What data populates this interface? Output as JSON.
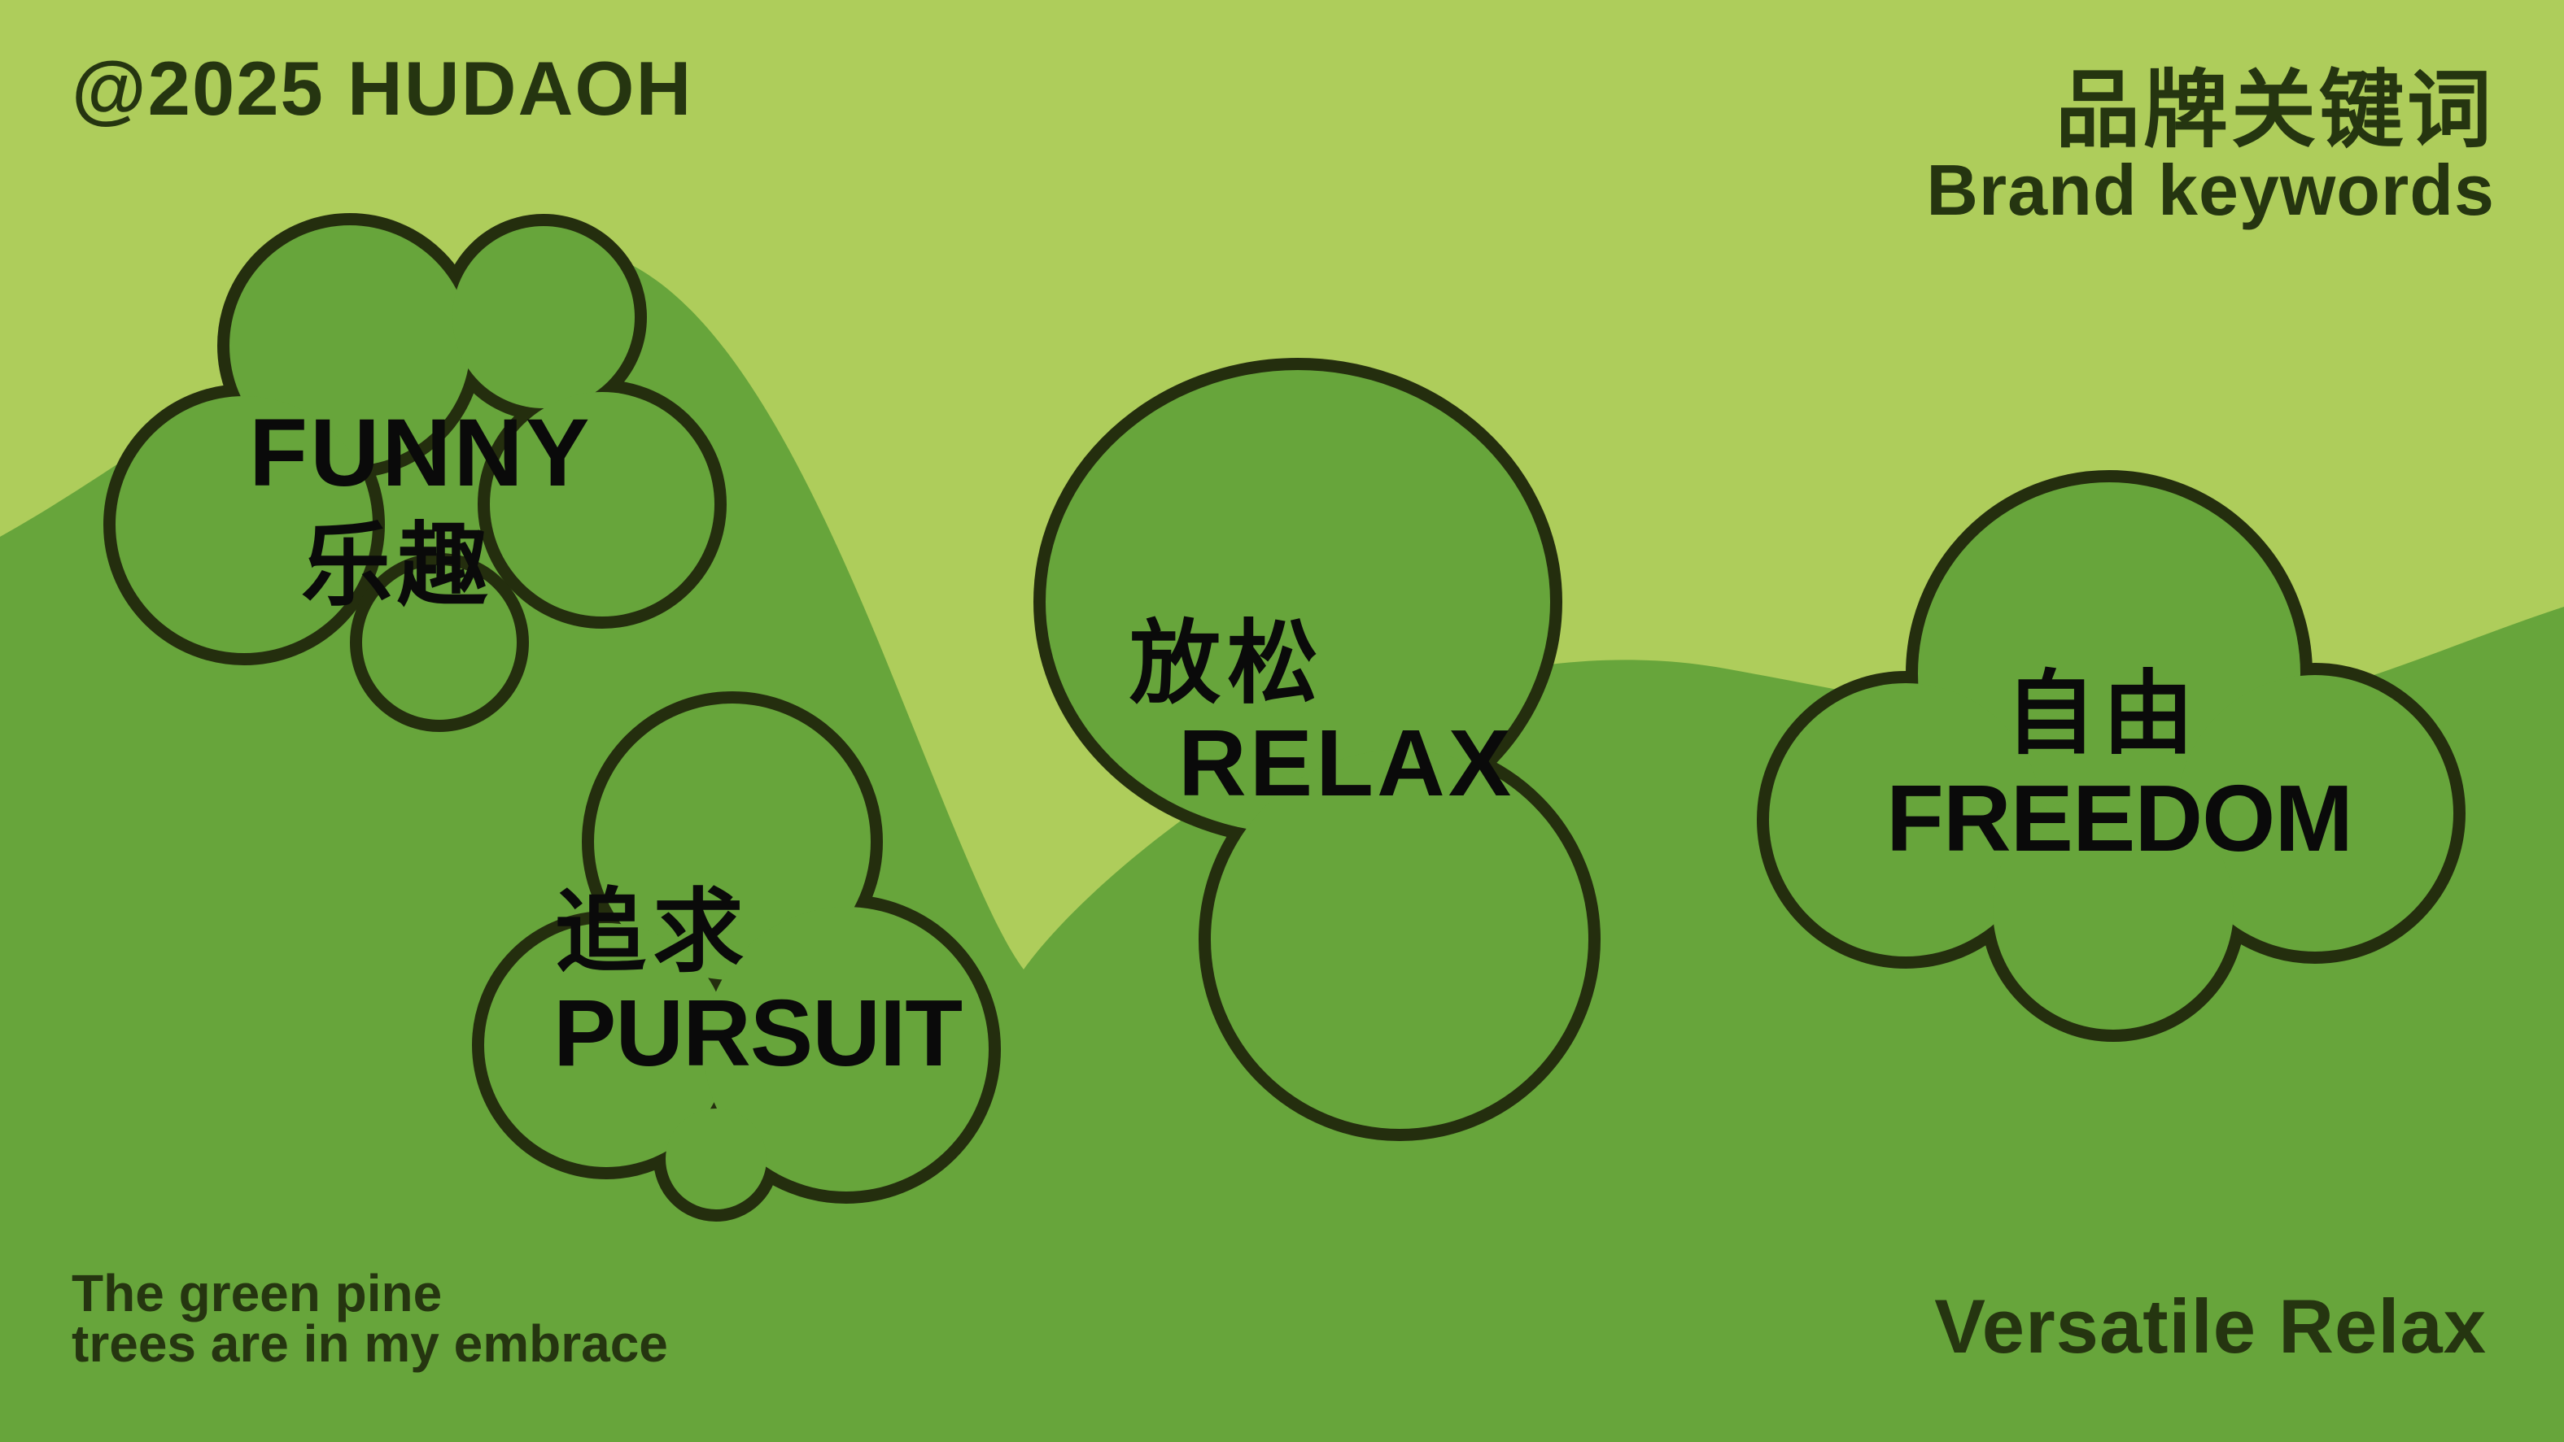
{
  "header": {
    "credit": "@2025 HUDAOH",
    "title_zh": "品牌关键词",
    "title_en": "Brand keywords"
  },
  "clouds": [
    {
      "id": "funny",
      "en": "FUNNY",
      "zh": "乐趣"
    },
    {
      "id": "pursuit",
      "en": "PURSUIT",
      "zh": "追求"
    },
    {
      "id": "relax",
      "en": "RELAX",
      "zh": "放松"
    },
    {
      "id": "freedom",
      "en": "FREEDOM",
      "zh": "自由"
    }
  ],
  "footer": {
    "tagline_line1": "The green pine",
    "tagline_line2": "trees are in my embrace",
    "brand": "Versatile Relax"
  },
  "colors": {
    "background_light": "#aecd5b",
    "background_green": "#67a53b",
    "outline": "#242e0e",
    "text_dark": "#253510",
    "cloud_text": "#0a0a0a"
  }
}
